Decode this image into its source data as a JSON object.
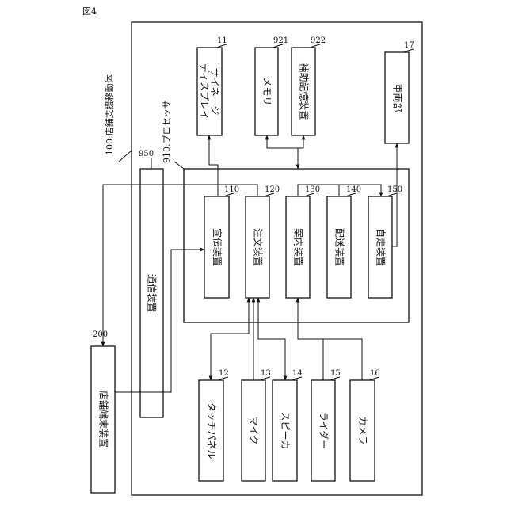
{
  "figure_label": "図4",
  "support_body": {
    "ref": "100",
    "label": "100:店舗支援移動体"
  },
  "processor": {
    "ref": "910",
    "label": "910:プロセッサ"
  },
  "comm": {
    "ref": "950",
    "name": "通信装置"
  },
  "store_terminal": {
    "ref": "200",
    "name": "店舗端末装置"
  },
  "top_units": [
    {
      "ref": "11",
      "name": "サイネージディスプレイ",
      "lines": [
        "サイネージ",
        "ディスプレイ"
      ]
    },
    {
      "ref": "921",
      "name": "メモリ"
    },
    {
      "ref": "922",
      "name": "補助記憶装置"
    },
    {
      "ref": "17",
      "name": "車両部"
    }
  ],
  "proc_units": [
    {
      "ref": "110",
      "name": "宣伝装置"
    },
    {
      "ref": "120",
      "name": "注文装置"
    },
    {
      "ref": "130",
      "name": "案内装置"
    },
    {
      "ref": "140",
      "name": "配送装置"
    },
    {
      "ref": "150",
      "name": "自走装置"
    }
  ],
  "bottom_units": [
    {
      "ref": "12",
      "name": "タッチパネル"
    },
    {
      "ref": "13",
      "name": "マイク"
    },
    {
      "ref": "14",
      "name": "スピーカ"
    },
    {
      "ref": "15",
      "name": "ライダー"
    },
    {
      "ref": "16",
      "name": "カメラ"
    }
  ]
}
